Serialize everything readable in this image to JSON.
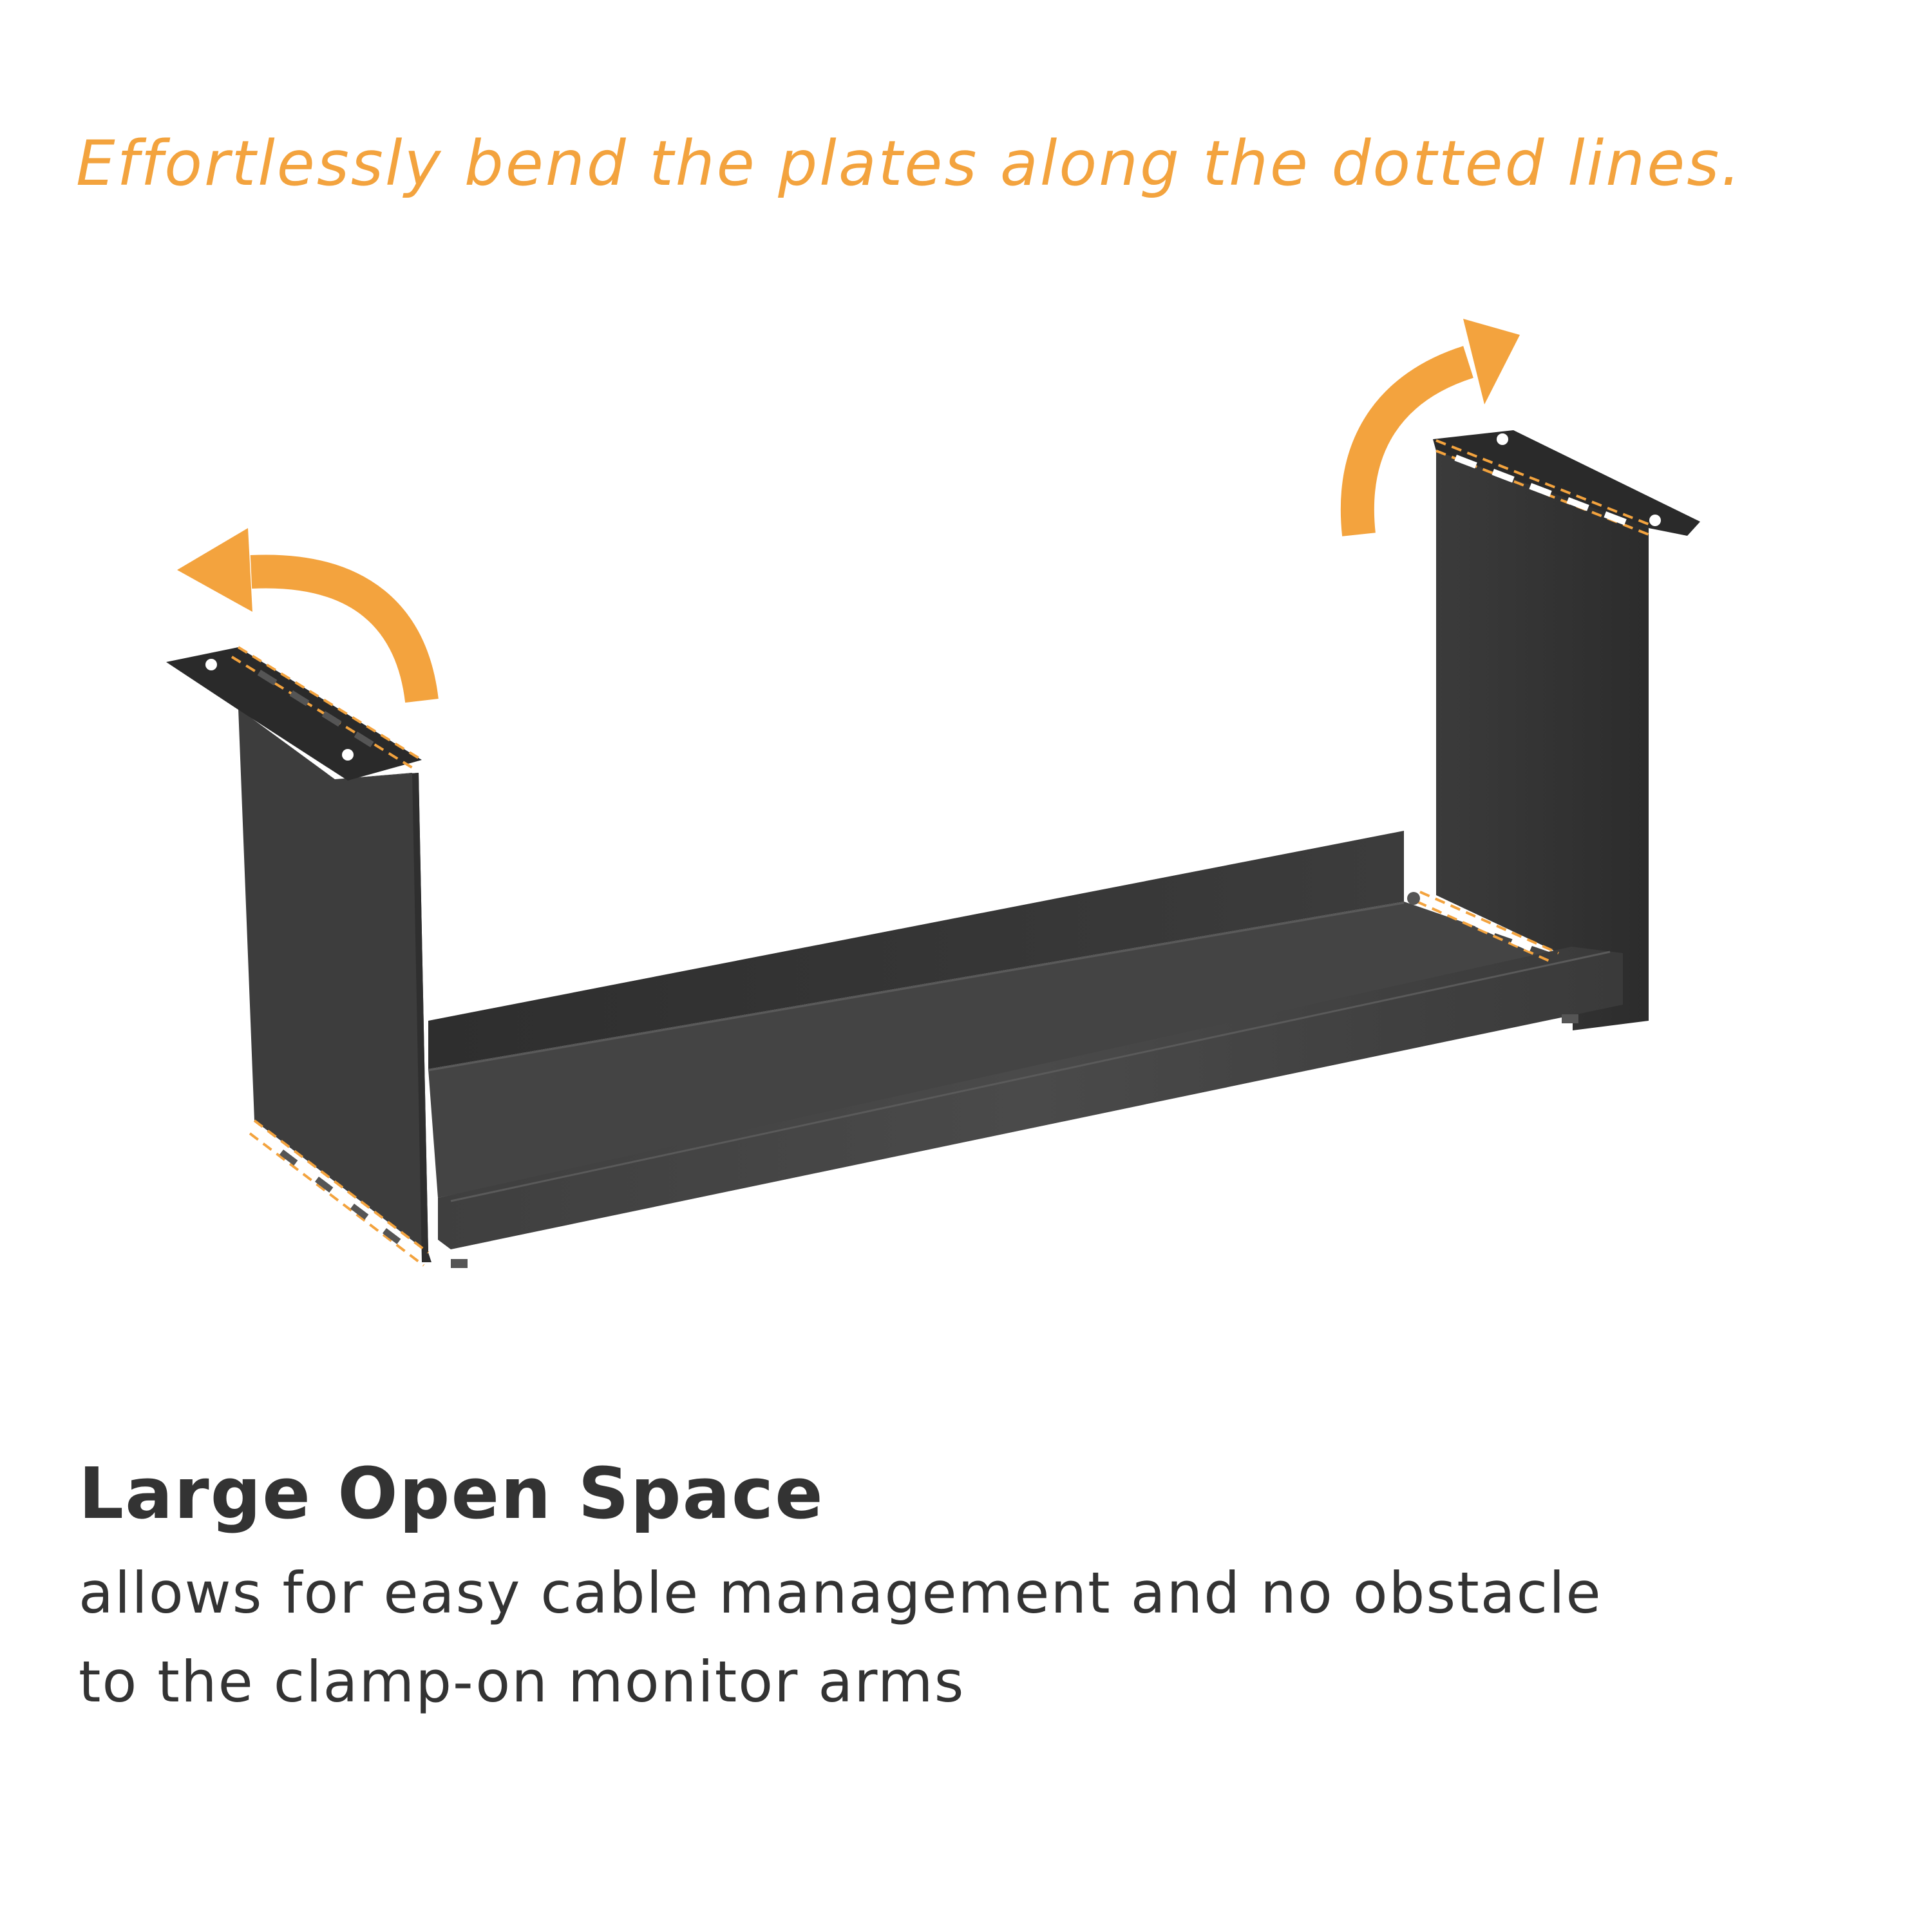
{
  "headline": "Effortlessly bend the plates along the dotted lines.",
  "feature": {
    "title": "Large Open Space",
    "description_line1": "allows for easy cable management and no obstacle",
    "description_line2": "to the clamp-on monitor arms"
  },
  "colors": {
    "accent": "#f3a33e",
    "product": "#3a3a3a",
    "text": "#333333",
    "background": "#ffffff"
  },
  "icons": [
    "bend-arrow-left-icon",
    "bend-arrow-right-icon"
  ]
}
